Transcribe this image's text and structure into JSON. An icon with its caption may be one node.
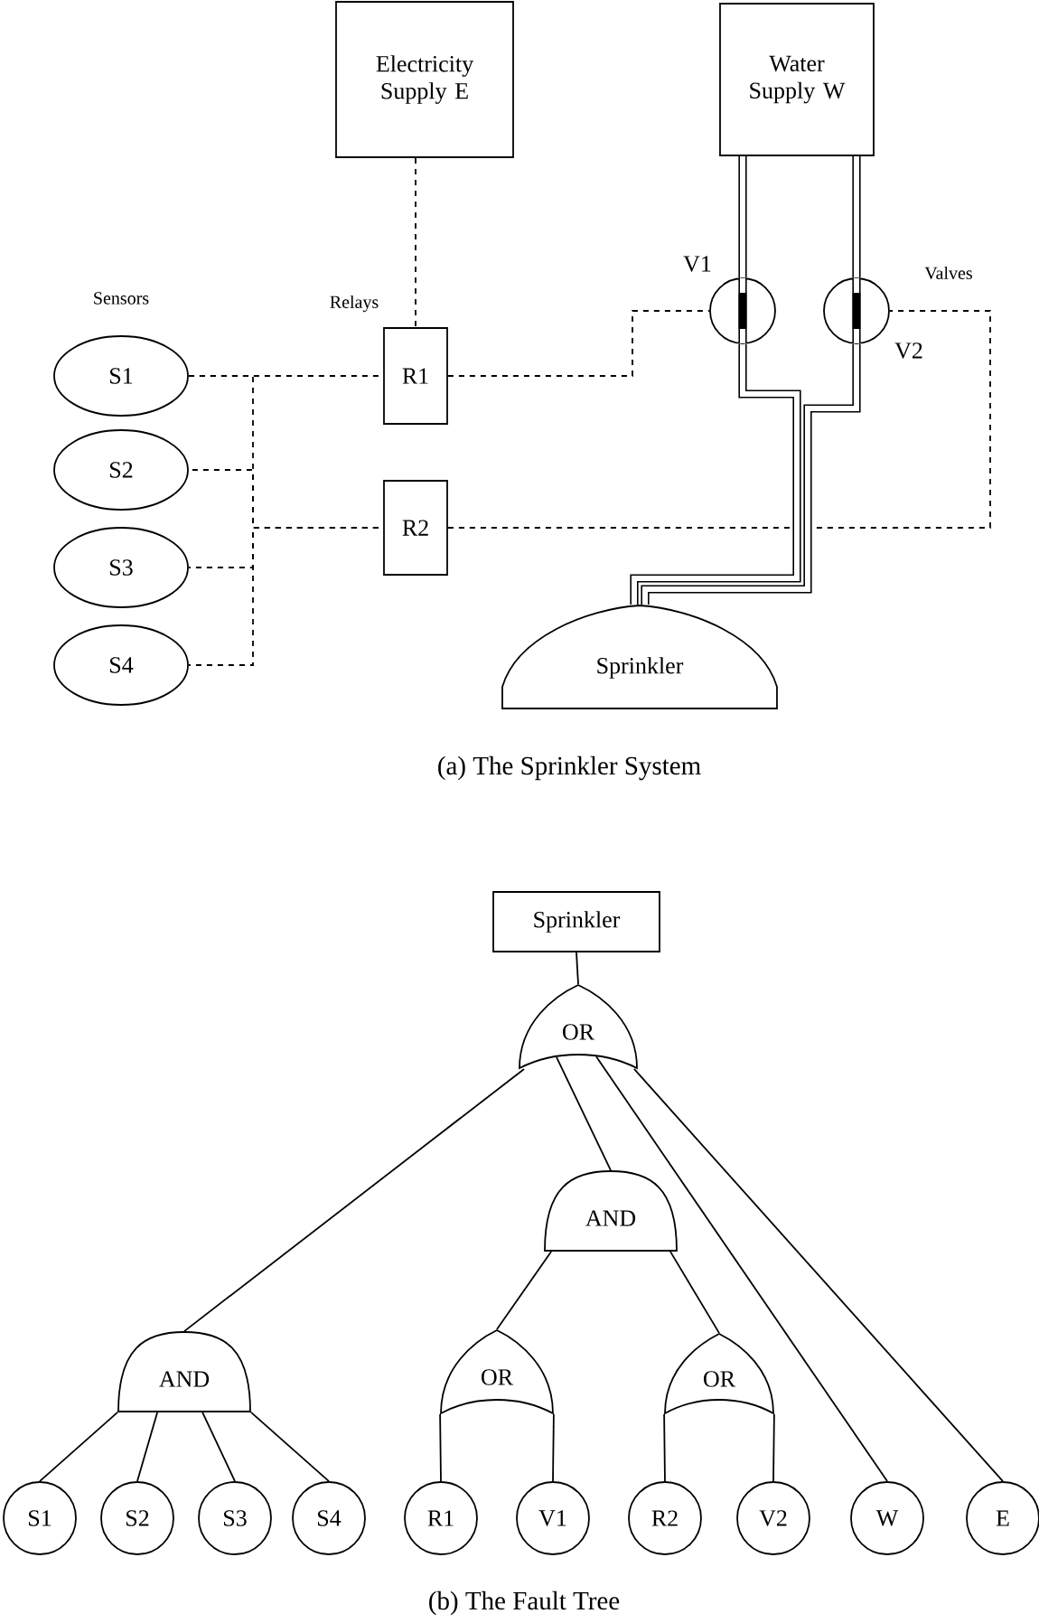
{
  "diagram": {
    "nodes": [
      {
        "text": [
          "Electricity Supply E"
        ]
      },
      {
        "text": [
          "Water Supply W"
        ]
      },
      {
        "text": [
          "S1"
        ]
      },
      {
        "text": [
          "S2"
        ]
      },
      {
        "text": [
          "S3"
        ]
      },
      {
        "text": [
          "S4"
        ]
      },
      {
        "text": [
          "R1"
        ]
      },
      {
        "text": [
          "R2"
        ]
      },
      {
        "text": [],
        "shape": "circle",
        "beside": [
          "V1"
        ]
      },
      {
        "text": [],
        "shape": "circle",
        "beside": [
          "V2"
        ]
      },
      {
        "text": [
          "Sprinkler"
        ]
      },
      {
        "text": [
          "Sprinkler"
        ]
      },
      {
        "text": [
          "OR"
        ]
      },
      {
        "text": [
          "AND"
        ]
      },
      {
        "text": [
          "AND"
        ]
      },
      {
        "text": [
          "OR"
        ]
      },
      {
        "text": [
          "OR"
        ]
      },
      {
        "text": [
          "S1"
        ]
      },
      {
        "text": [
          "S2"
        ]
      },
      {
        "text": [
          "S3"
        ]
      },
      {
        "text": [
          "S4"
        ]
      },
      {
        "text": [
          "R1"
        ]
      },
      {
        "text": [
          "V1"
        ]
      },
      {
        "text": [
          "R2"
        ]
      },
      {
        "text": [
          "V2"
        ]
      },
      {
        "text": [
          "W"
        ]
      },
      {
        "text": [
          "E"
        ]
      }
    ],
    "edges": [
      {
        "from": 0,
        "to": 6,
        "arrow": "none",
        "style": "dashed"
      },
      {
        "from": 2,
        "to": 6,
        "arrow": "none",
        "style": "dashed"
      },
      {
        "from": 2,
        "to": 7,
        "arrow": "none",
        "style": "dashed"
      },
      {
        "from": 3,
        "to": 7,
        "arrow": "none",
        "style": "dashed"
      },
      {
        "from": 4,
        "to": 7,
        "arrow": "none",
        "style": "dashed"
      },
      {
        "from": 5,
        "to": 7,
        "arrow": "none",
        "style": "dashed"
      },
      {
        "from": 6,
        "to": 8,
        "arrow": "none",
        "style": "dashed"
      },
      {
        "from": 7,
        "to": 9,
        "arrow": "none",
        "style": "dashed"
      },
      {
        "from": 1,
        "to": 8,
        "arrow": "none",
        "style": "thick"
      },
      {
        "from": 1,
        "to": 9,
        "arrow": "none",
        "style": "thick"
      },
      {
        "from": 8,
        "to": 10,
        "arrow": "none",
        "style": "thick"
      },
      {
        "from": 9,
        "to": 10,
        "arrow": "none",
        "style": "thick"
      },
      {
        "from": 11,
        "to": 12,
        "arrow": "none"
      },
      {
        "from": 12,
        "to": 14,
        "arrow": "none"
      },
      {
        "from": 12,
        "to": 13,
        "arrow": "none"
      },
      {
        "from": 12,
        "to": 25,
        "arrow": "none"
      },
      {
        "from": 12,
        "to": 26,
        "arrow": "none"
      },
      {
        "from": 13,
        "to": 15,
        "arrow": "none"
      },
      {
        "from": 13,
        "to": 16,
        "arrow": "none"
      },
      {
        "from": 14,
        "to": 17,
        "arrow": "none"
      },
      {
        "from": 14,
        "to": 18,
        "arrow": "none"
      },
      {
        "from": 14,
        "to": 19,
        "arrow": "none"
      },
      {
        "from": 14,
        "to": 20,
        "arrow": "none"
      },
      {
        "from": 15,
        "to": 21,
        "arrow": "none"
      },
      {
        "from": 15,
        "to": 22,
        "arrow": "none"
      },
      {
        "from": 16,
        "to": 23,
        "arrow": "none"
      },
      {
        "from": 16,
        "to": 24,
        "arrow": "none"
      }
    ],
    "labels": [
      "Sensors",
      "Relays",
      "Valves",
      "(a) The Sprinkler System",
      "(b) The Fault Tree"
    ]
  }
}
